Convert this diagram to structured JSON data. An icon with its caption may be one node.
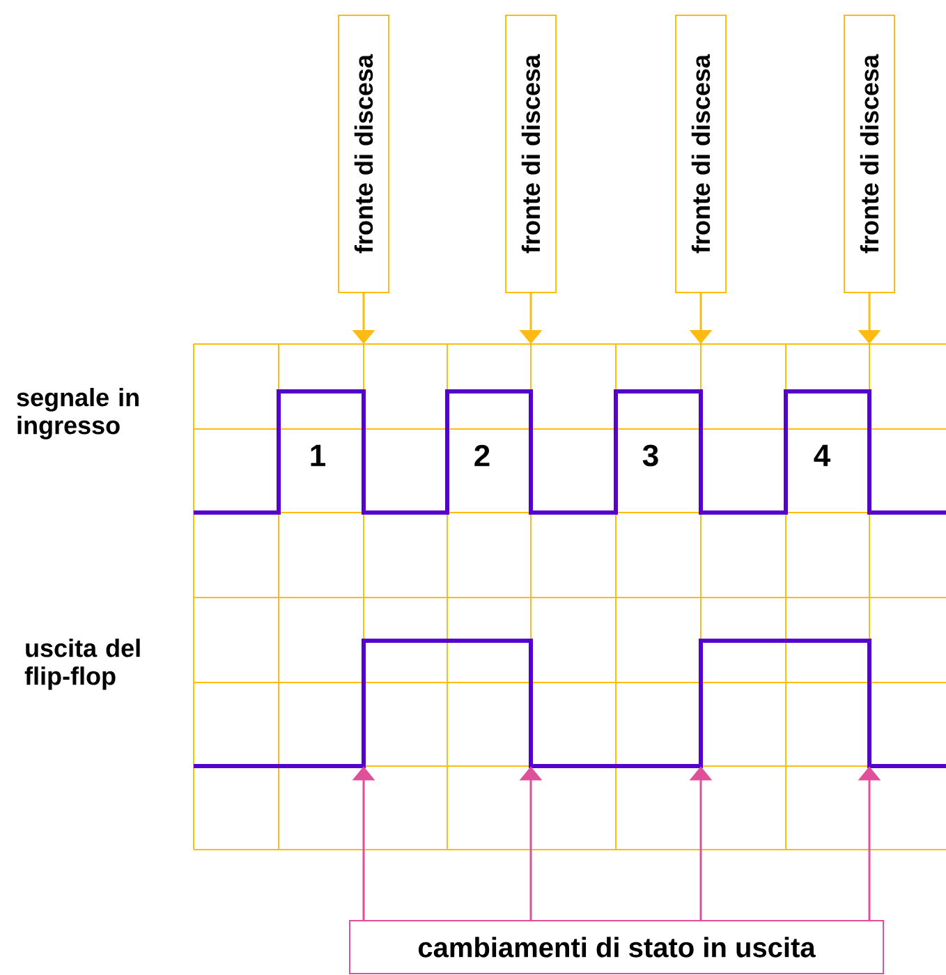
{
  "diagram": {
    "nodes": [
      {
        "text": [
          "fronte di discesa"
        ]
      },
      {
        "text": [
          "fronte di discesa"
        ]
      },
      {
        "text": [
          "fronte di discesa"
        ]
      },
      {
        "text": [
          "fronte di discesa"
        ]
      },
      {
        "text": [
          "cambiamenti di stato in uscita"
        ]
      },
      {
        "text": [],
        "shape": "line"
      }
    ],
    "edges": [
      {
        "from": 0,
        "to": null,
        "arrow": "to"
      },
      {
        "from": 1,
        "to": null,
        "arrow": "to"
      },
      {
        "from": 2,
        "to": null,
        "arrow": "to"
      },
      {
        "from": 3,
        "to": null,
        "arrow": "to"
      },
      {
        "from": 4,
        "to": 5,
        "arrow": "to",
        "color": "#e0509a"
      },
      {
        "from": 4,
        "to": 5,
        "arrow": "to",
        "color": "#e0509a"
      },
      {
        "from": 4,
        "to": 5,
        "arrow": "to",
        "color": "#e0509a"
      },
      {
        "from": 4,
        "to": 5,
        "arrow": "to",
        "color": "#e0509a"
      }
    ],
    "labels": [
      "segnale in ingresso",
      "1",
      "2",
      "3",
      "4",
      "uscita del flip-flop"
    ]
  }
}
